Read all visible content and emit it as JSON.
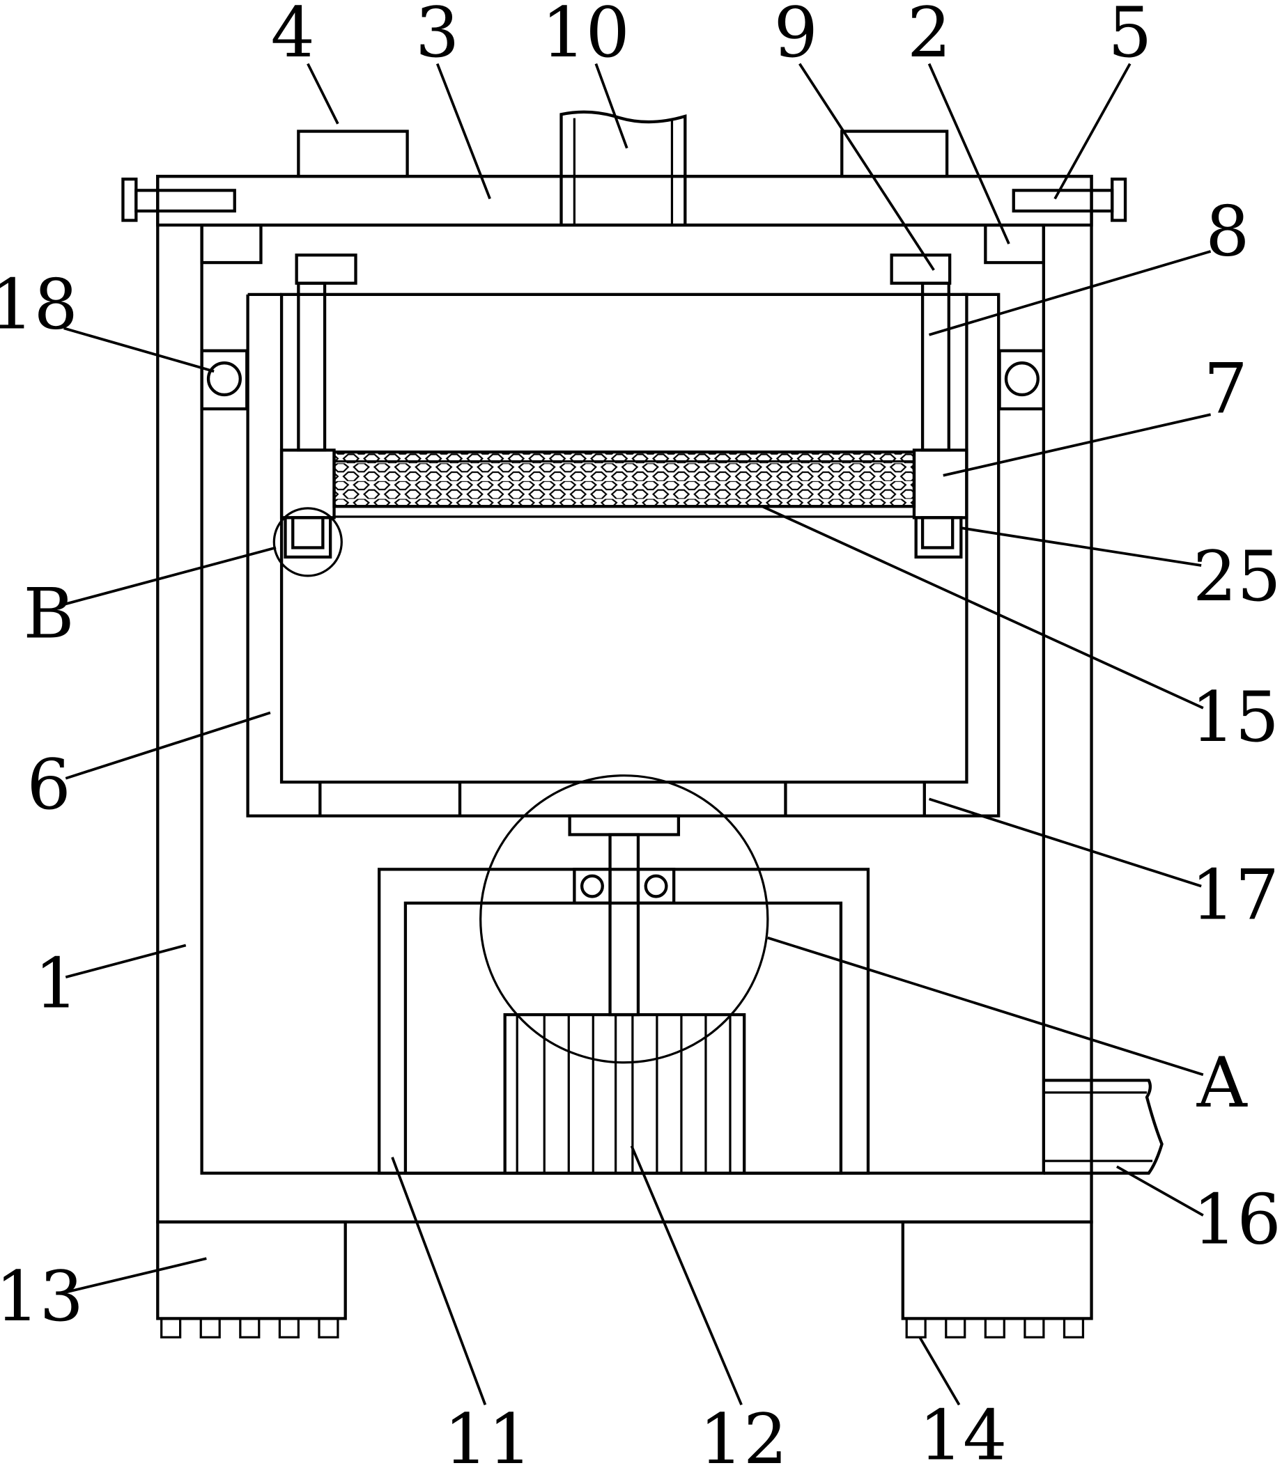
{
  "callouts": [
    {
      "id": "c1",
      "text": "1"
    },
    {
      "id": "c2",
      "text": "2"
    },
    {
      "id": "c3",
      "text": "3"
    },
    {
      "id": "c4",
      "text": "4"
    },
    {
      "id": "c5",
      "text": "5"
    },
    {
      "id": "c6",
      "text": "6"
    },
    {
      "id": "c7",
      "text": "7"
    },
    {
      "id": "c8",
      "text": "8"
    },
    {
      "id": "c9",
      "text": "9"
    },
    {
      "id": "c10",
      "text": "10"
    },
    {
      "id": "c11",
      "text": "11"
    },
    {
      "id": "c12",
      "text": "12"
    },
    {
      "id": "c13",
      "text": "13"
    },
    {
      "id": "c14",
      "text": "14"
    },
    {
      "id": "c15",
      "text": "15"
    },
    {
      "id": "c16",
      "text": "16"
    },
    {
      "id": "c17",
      "text": "17"
    },
    {
      "id": "c18",
      "text": "18"
    },
    {
      "id": "c25",
      "text": "25"
    },
    {
      "id": "cA",
      "text": "A"
    },
    {
      "id": "cB",
      "text": "B"
    }
  ]
}
